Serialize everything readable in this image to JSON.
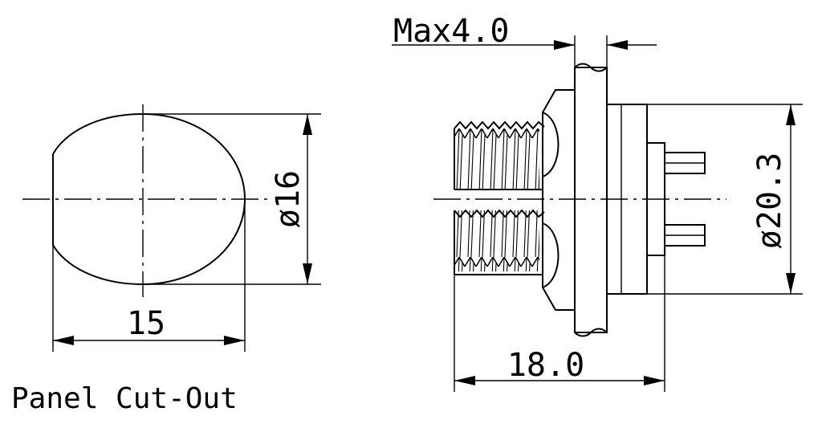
{
  "panel_cutout": {
    "width_label": "15",
    "diameter_label": "ø16",
    "caption": "Panel Cut-Out"
  },
  "connector": {
    "max_thickness_label": "Max4.0",
    "diameter_label": "ø20.3",
    "length_label": "18.0"
  }
}
